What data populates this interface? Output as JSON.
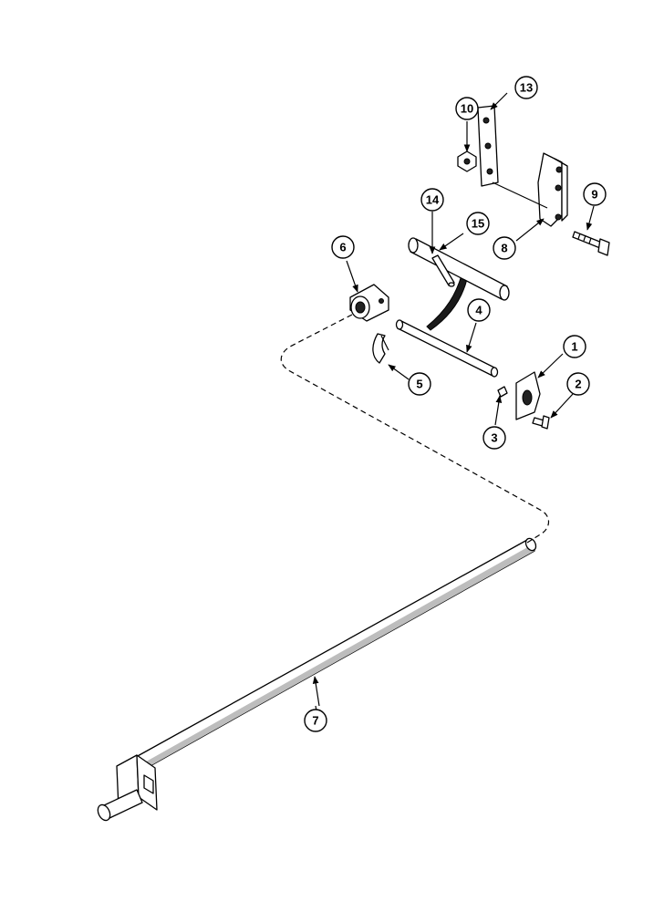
{
  "callouts": [
    {
      "id": "c1",
      "label": "1"
    },
    {
      "id": "c2",
      "label": "2"
    },
    {
      "id": "c3",
      "label": "3"
    },
    {
      "id": "c4",
      "label": "4"
    },
    {
      "id": "c5",
      "label": "5"
    },
    {
      "id": "c6",
      "label": "6"
    },
    {
      "id": "c7",
      "label": "7"
    },
    {
      "id": "c8",
      "label": "8"
    },
    {
      "id": "c9",
      "label": "9"
    },
    {
      "id": "c10",
      "label": "10"
    },
    {
      "id": "c13",
      "label": "13"
    },
    {
      "id": "c14",
      "label": "14"
    },
    {
      "id": "c15",
      "label": "15"
    }
  ]
}
